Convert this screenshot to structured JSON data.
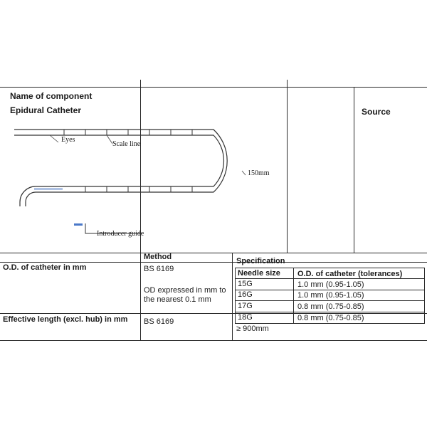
{
  "component": {
    "label": "Name of component",
    "name": "Epidural Catheter",
    "right_label": "Source"
  },
  "diagram": {
    "eyes_label": "Eyes",
    "scale_label": "Scale line",
    "length_label": "150mm",
    "introducer_label": "Introducer guide"
  },
  "table": {
    "method_header": "Method",
    "spec_header": "Specification",
    "row1": {
      "property": "O.D. of catheter in mm",
      "method": "BS 6169",
      "method_note": "OD expressed in mm to the nearest 0.1 mm",
      "sub_headers": [
        "Needle size",
        "O.D. of catheter (tolerances)"
      ],
      "sizes": [
        {
          "needle": "15G",
          "od": "1.0 mm (0.95-1.05)"
        },
        {
          "needle": "16G",
          "od": "1.0 mm (0.95-1.05)"
        },
        {
          "needle": "17G",
          "od": "0.8 mm (0.75-0.85)"
        },
        {
          "needle": "18G",
          "od": "0.8 mm (0.75-0.85)"
        }
      ]
    },
    "row2": {
      "property": "Effective length (excl. hub) in mm",
      "method": "BS 6169",
      "spec": "≥ 900mm"
    }
  }
}
